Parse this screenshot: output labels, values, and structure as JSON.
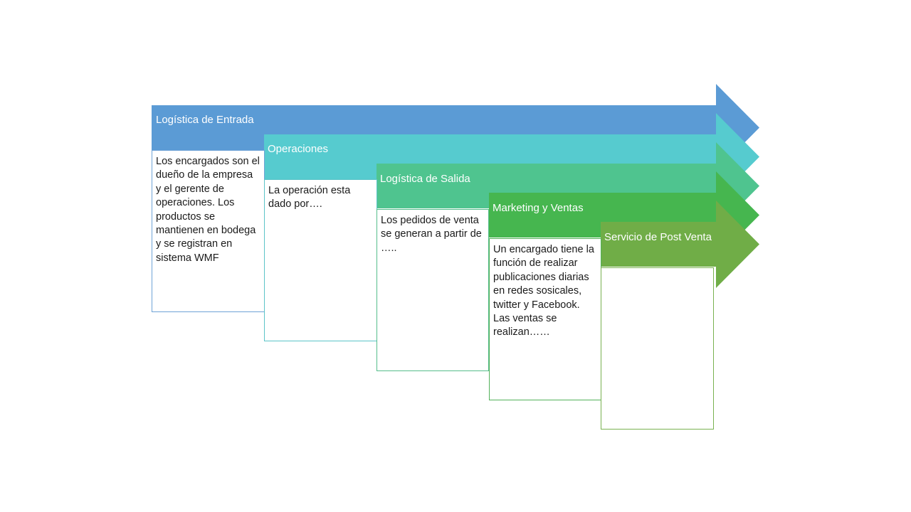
{
  "diagram": {
    "stages": [
      {
        "title": "Logística de Entrada",
        "color": "#5b9bd5",
        "border_color": "#6fa3d6",
        "description": "Los encargados son el dueño de la empresa y el gerente de operaciones. Los productos se mantienen en bodega y se registran en sistema WMF"
      },
      {
        "title": "Operaciones",
        "color": "#56cbcf",
        "border_color": "#5cc4c8",
        "description": "La operación esta dado por…."
      },
      {
        "title": "Logística de Salida",
        "color": "#4fc48f",
        "border_color": "#55bd8b",
        "description": "Los pedidos de venta se generan a partir de ….."
      },
      {
        "title": "Marketing y Ventas",
        "color": "#46b64f",
        "border_color": "#52b159",
        "description": "Un encargado tiene la función de realizar publicaciones diarias en redes sosicales, twitter y Facebook. Las ventas se realizan……"
      },
      {
        "title": "Servicio de Post Venta",
        "color": "#70ad47",
        "border_color": "#79b151",
        "description": ""
      }
    ]
  }
}
